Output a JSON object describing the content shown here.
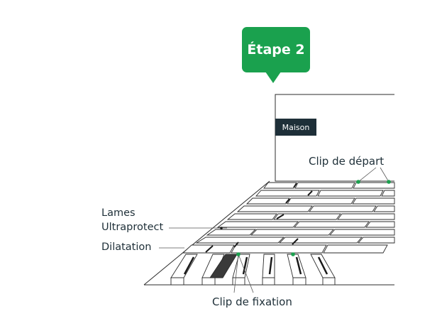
{
  "step_badge": {
    "label": "Étape 2"
  },
  "house": {
    "label": "Maison"
  },
  "labels": {
    "clip_depart": "Clip de départ",
    "lames_line1": "Lames",
    "lames_line2": "Ultraprotect",
    "dilatation": "Dilatation",
    "clip_fixation": "Clip de fixation"
  },
  "colors": {
    "accent_green": "#1aa14e",
    "dark_navy": "#1e2f38",
    "line": "#2b2b2b"
  }
}
